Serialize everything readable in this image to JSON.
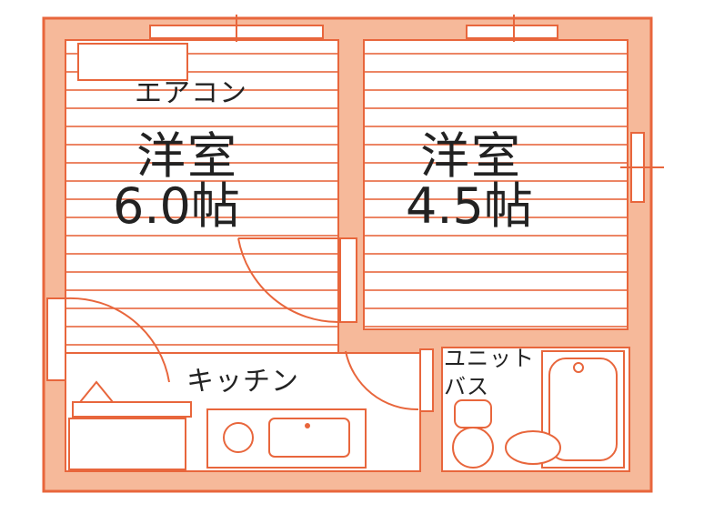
{
  "colors": {
    "wall_fill": "#F6B99A",
    "line": "#E8663C",
    "text": "#222222",
    "background": "#FFFFFF"
  },
  "rooms": {
    "western_room_1": {
      "name": "洋室",
      "size": "6.0帖"
    },
    "western_room_2": {
      "name": "洋室",
      "size": "4.5帖"
    },
    "kitchen": {
      "label": "キッチン"
    },
    "unit_bath": {
      "label_line1": "ユニット",
      "label_line2": "バス"
    }
  },
  "fixtures": {
    "air_conditioner": {
      "label": "エアコン"
    }
  }
}
